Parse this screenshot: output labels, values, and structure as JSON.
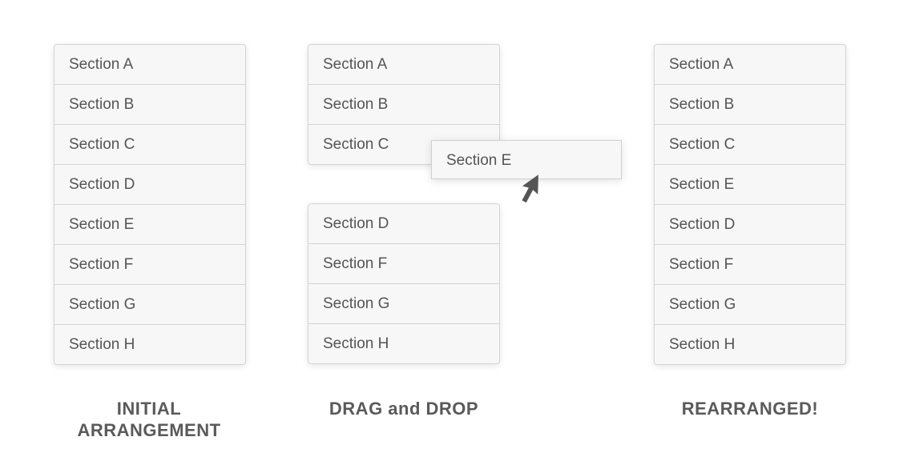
{
  "columns": [
    {
      "id": "initial",
      "caption_line1": "INITIAL",
      "caption_line2": "ARRANGEMENT",
      "items": [
        "Section A",
        "Section B",
        "Section C",
        "Section D",
        "Section E",
        "Section F",
        "Section G",
        "Section H"
      ]
    },
    {
      "id": "drag",
      "caption_line1": "DRAG and DROP",
      "top_items": [
        "Section A",
        "Section B",
        "Section C"
      ],
      "dragged_item": "Section E",
      "bottom_items": [
        "Section D",
        "Section F",
        "Section G",
        "Section H"
      ]
    },
    {
      "id": "rearranged",
      "caption_line1": "REARRANGED!",
      "items": [
        "Section A",
        "Section B",
        "Section C",
        "Section E",
        "Section D",
        "Section F",
        "Section G",
        "Section H"
      ]
    }
  ],
  "colors": {
    "panel_bg": "#f7f7f7",
    "border": "#d4d4d4",
    "text": "#555555",
    "caption": "#5a5a5a",
    "cursor": "#555555"
  },
  "icons": {
    "cursor": "arrow-cursor-icon"
  }
}
